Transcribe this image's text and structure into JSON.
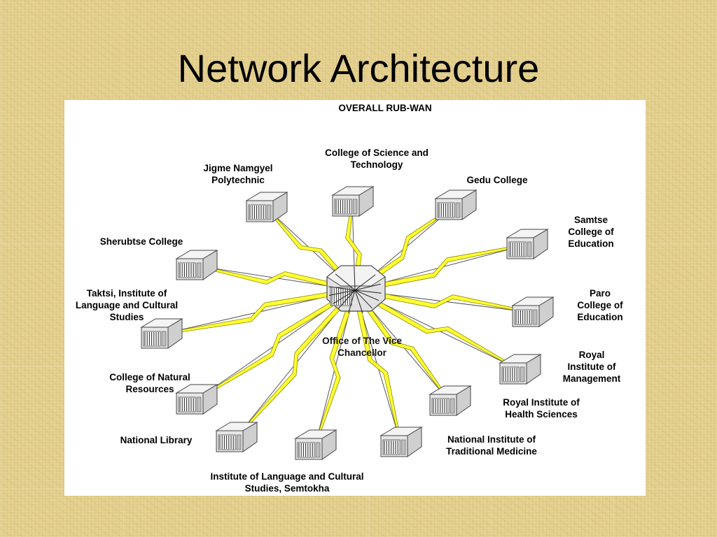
{
  "slide": {
    "title": "Network Architecture"
  },
  "diagram": {
    "title": "OVERALL RUB-WAN",
    "center": {
      "label": "Office of The Vice\nChancellor"
    },
    "nodes": [
      {
        "id": "cst",
        "label": "College of Science and\nTechnology"
      },
      {
        "id": "jnp",
        "label": "Jigme Namgyel\nPolytechnic"
      },
      {
        "id": "gedu",
        "label": "Gedu College"
      },
      {
        "id": "samtse",
        "label": "Samtse College of\nEducation"
      },
      {
        "id": "sherubtse",
        "label": "Sherubtse College"
      },
      {
        "id": "paro",
        "label": "Paro College of\nEducation"
      },
      {
        "id": "taktsi",
        "label": "Taktsi, Institute of\nLanguage and Cultural\nStudies"
      },
      {
        "id": "rim",
        "label": "Royal Institute of\nManagement"
      },
      {
        "id": "cnr",
        "label": "College of Natural\nResources"
      },
      {
        "id": "rihs",
        "label": "Royal Institute of\nHealth Sciences"
      },
      {
        "id": "natlib",
        "label": "National Library"
      },
      {
        "id": "nitm",
        "label": "National Institute of\nTraditional Medicine"
      },
      {
        "id": "ilcs",
        "label": "Institute of Language and Cultural\nStudies, Semtokha"
      }
    ],
    "colors": {
      "bolt_fill": "#ffff33",
      "bolt_stroke": "#8a8a00",
      "link_line": "#555555",
      "server_body": "#e6e6e6"
    },
    "icons": {
      "node": "server-icon",
      "hub": "hub-icon",
      "link": "lightning-link-icon"
    }
  }
}
